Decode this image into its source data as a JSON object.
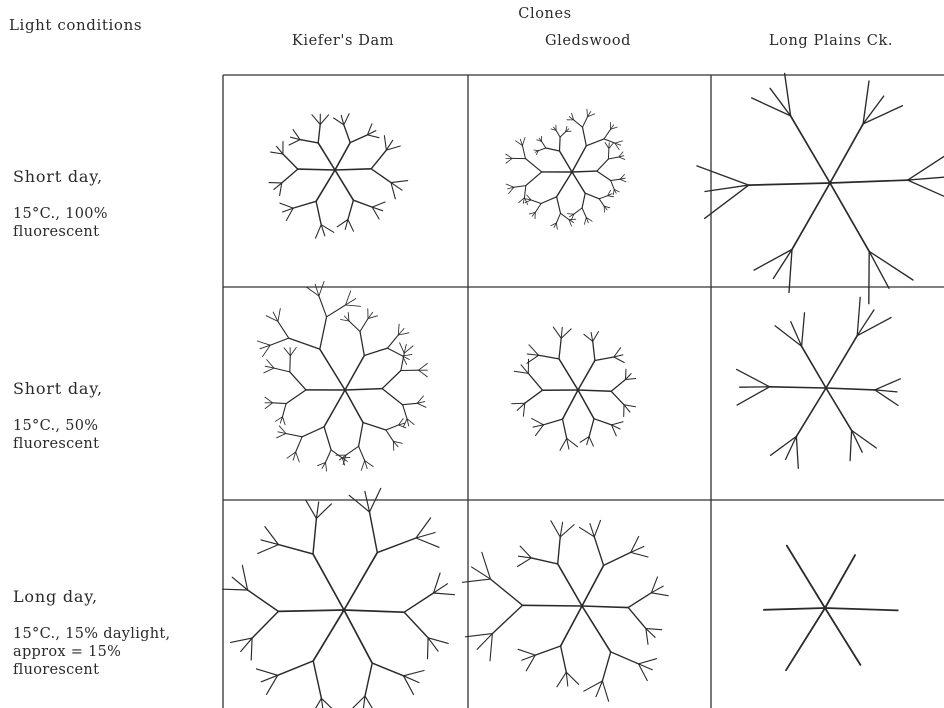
{
  "header": {
    "light_conditions": "Light conditions",
    "clones": "Clones",
    "columns": [
      "Kiefer's Dam",
      "Gledswood",
      "Long Plains Ck."
    ]
  },
  "rows": [
    {
      "label_line1": "Short day,",
      "label_rest": "15°C.,  100%\nfluorescent"
    },
    {
      "label_line1": "Short day,",
      "label_rest": "15°C.,  50%\nfluorescent"
    },
    {
      "label_line1": "Long day,",
      "label_rest": "15°C., 15% daylight,\napprox = 15%\nfluorescent"
    }
  ],
  "colors": {
    "ink": "#2a2a2a",
    "grid": "#333333",
    "background": "#ffffff"
  }
}
